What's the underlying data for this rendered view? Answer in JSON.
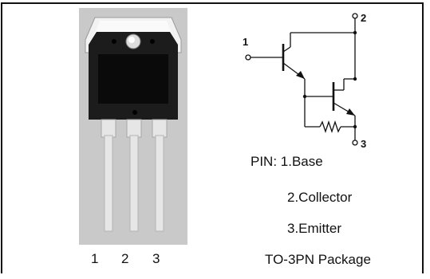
{
  "package_pins": [
    "1",
    "2",
    "3"
  ],
  "schematic": {
    "pin1_label": "1",
    "pin2_label": "2",
    "pin3_label": "3"
  },
  "pinout": {
    "line1": "PIN: 1.Base",
    "line2": "2.Collector",
    "line3": "3.Emitter",
    "package": "TO-3PN Package"
  }
}
